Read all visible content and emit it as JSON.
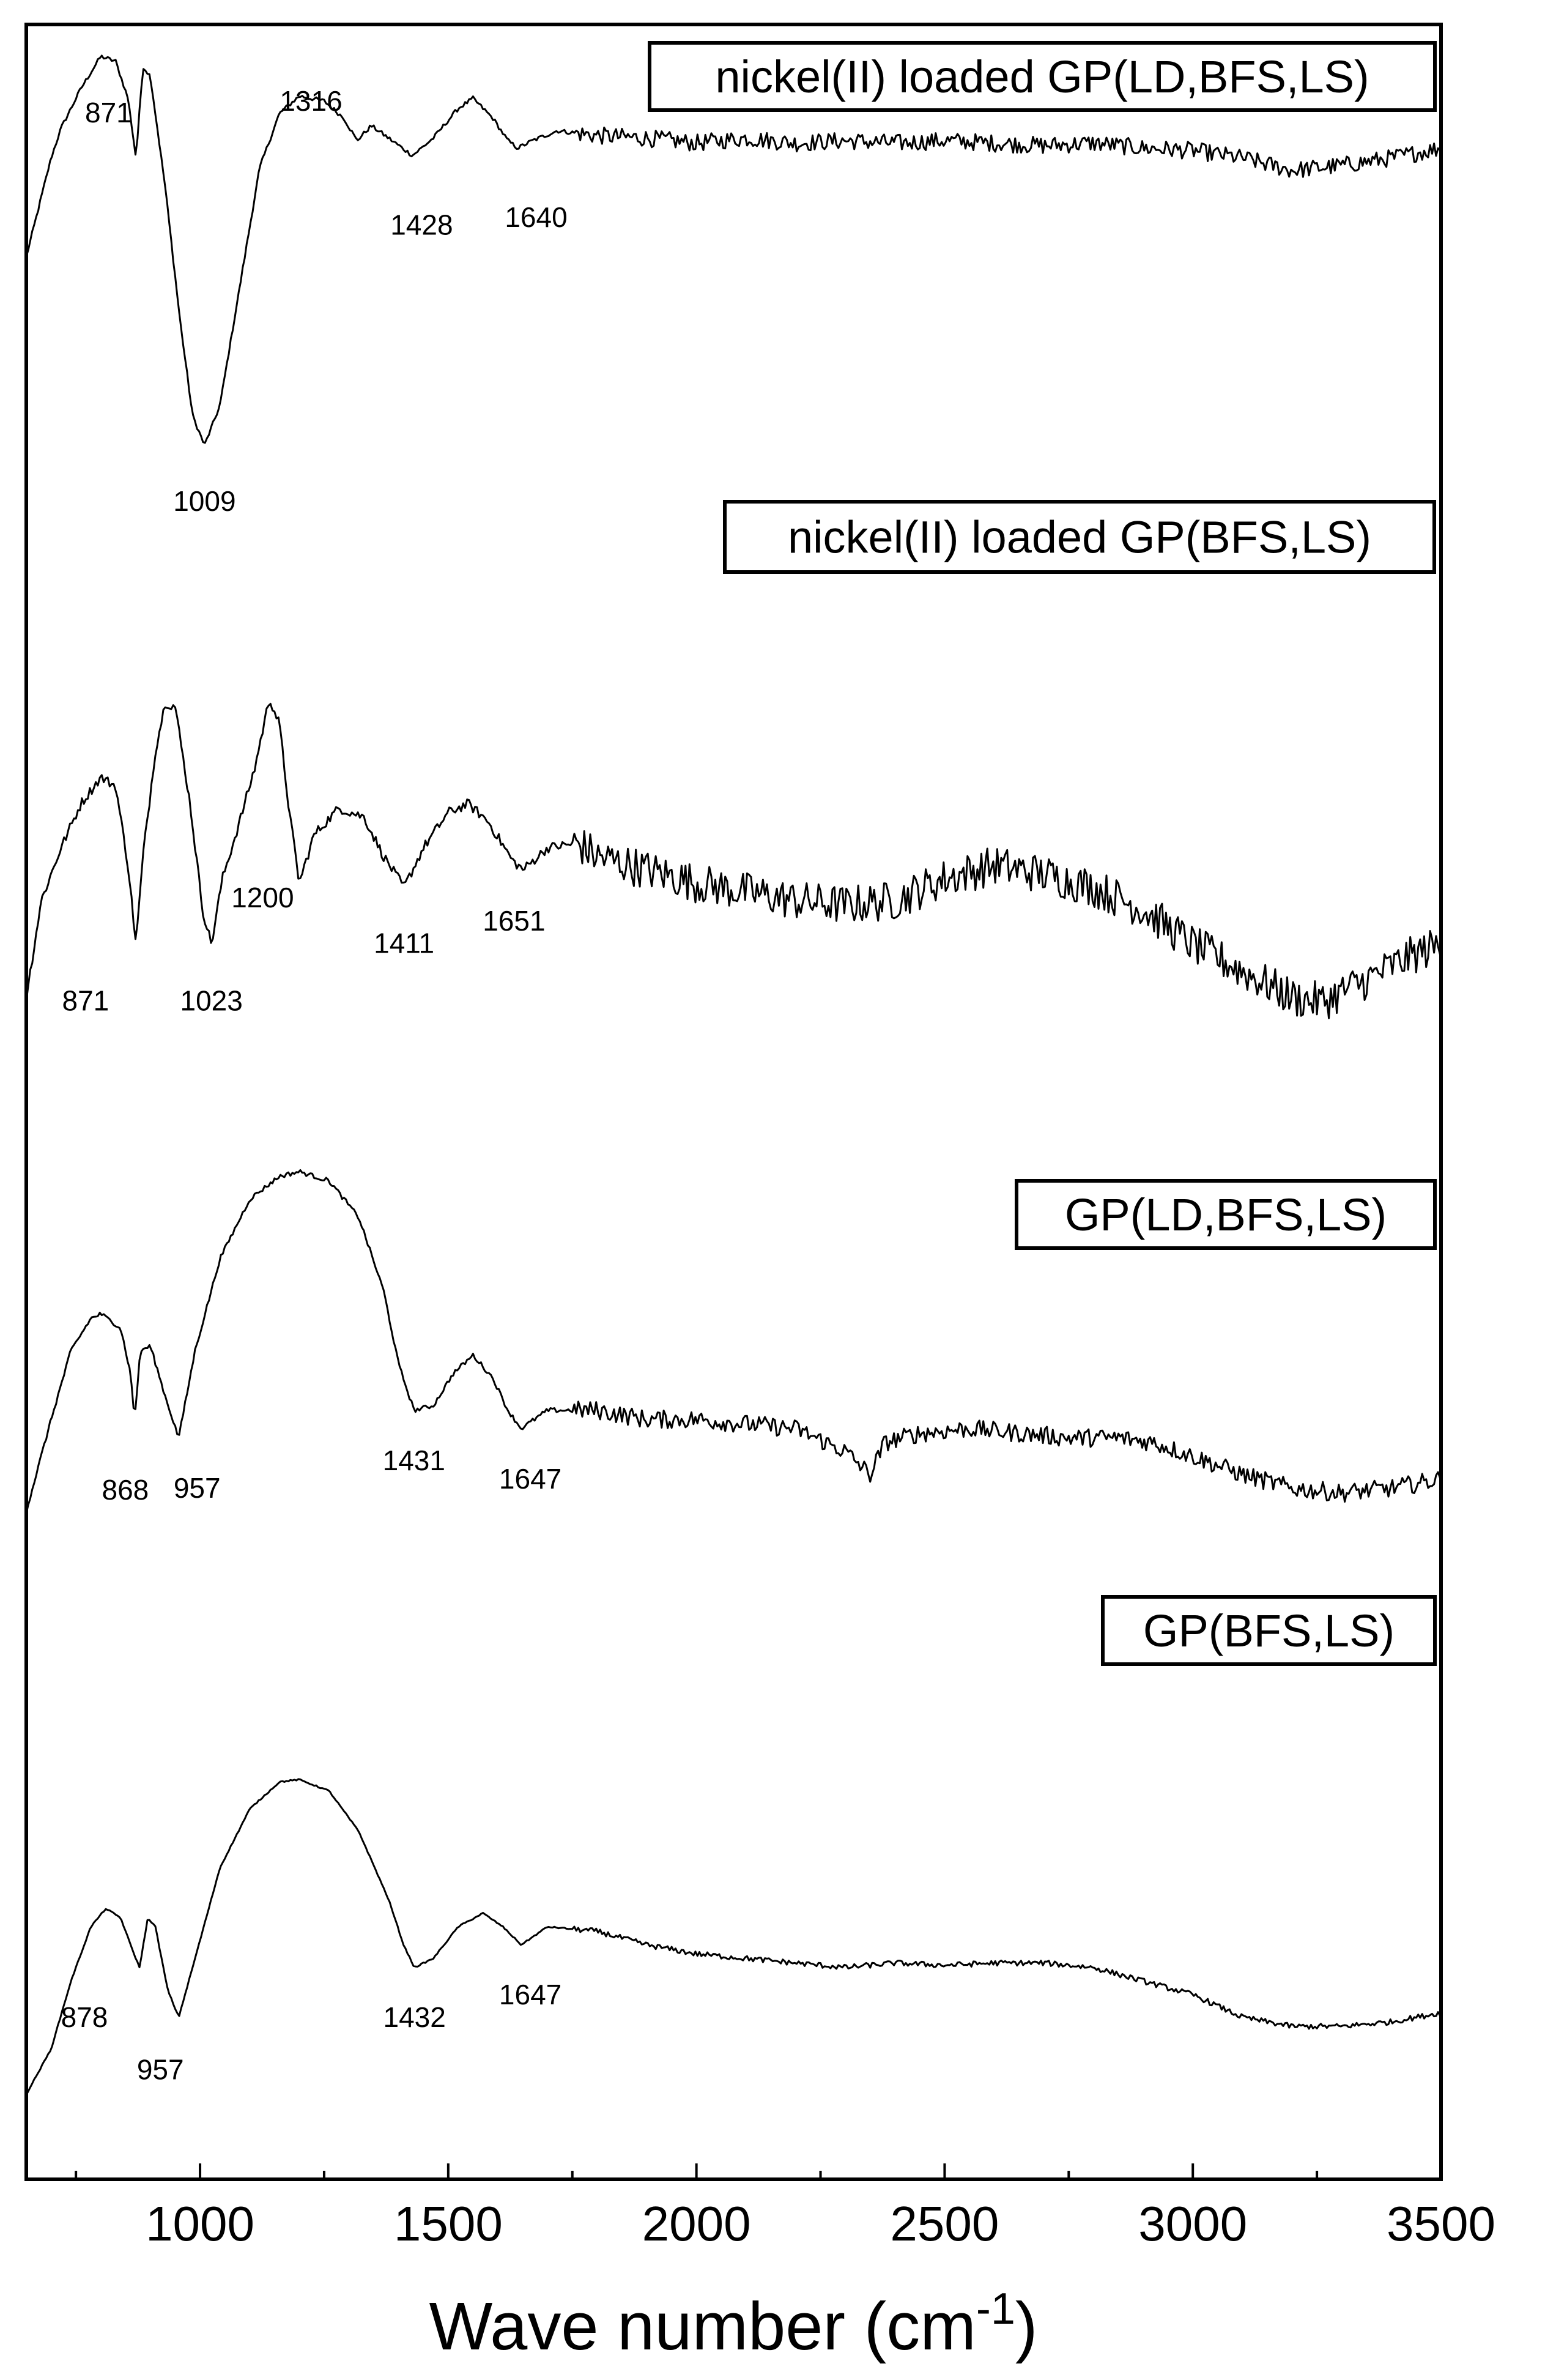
{
  "chart_data": {
    "type": "line",
    "title": "",
    "xlabel": "Wave number (cm",
    "xlabel_exponent": "-1",
    "xlabel_close": ")",
    "ylabel": "",
    "xlim": [
      650,
      3500
    ],
    "x_ticks": [
      1000,
      1500,
      2000,
      2500,
      3000,
      3500
    ],
    "x_tick_labels": [
      "1000",
      "1500",
      "2000",
      "2500",
      "3000",
      "3500"
    ],
    "y_ticks_shown": false,
    "grid": false,
    "series": [
      {
        "name": "nickel(II) loaded GP(LD,BFS,LS)",
        "baseline": 0.88,
        "noise": 0.035,
        "points": [
          [
            650,
            0.58
          ],
          [
            700,
            0.78
          ],
          [
            720,
            0.84
          ],
          [
            760,
            0.92
          ],
          [
            800,
            0.985
          ],
          [
            830,
            0.975
          ],
          [
            855,
            0.9
          ],
          [
            871,
            0.78
          ],
          [
            885,
            0.965
          ],
          [
            900,
            0.945
          ],
          [
            930,
            0.72
          ],
          [
            960,
            0.45
          ],
          [
            985,
            0.26
          ],
          [
            1009,
            0.2
          ],
          [
            1040,
            0.28
          ],
          [
            1080,
            0.52
          ],
          [
            1120,
            0.76
          ],
          [
            1160,
            0.87
          ],
          [
            1200,
            0.905
          ],
          [
            1250,
            0.895
          ],
          [
            1290,
            0.86
          ],
          [
            1316,
            0.815
          ],
          [
            1345,
            0.845
          ],
          [
            1380,
            0.82
          ],
          [
            1428,
            0.785
          ],
          [
            1470,
            0.82
          ],
          [
            1520,
            0.88
          ],
          [
            1550,
            0.9
          ],
          [
            1590,
            0.86
          ],
          [
            1620,
            0.815
          ],
          [
            1640,
            0.8
          ],
          [
            1670,
            0.815
          ],
          [
            1720,
            0.835
          ],
          [
            1800,
            0.825
          ],
          [
            1900,
            0.82
          ],
          [
            2000,
            0.81
          ],
          [
            2100,
            0.82
          ],
          [
            2200,
            0.81
          ],
          [
            2300,
            0.815
          ],
          [
            2400,
            0.81
          ],
          [
            2500,
            0.815
          ],
          [
            2600,
            0.81
          ],
          [
            2700,
            0.805
          ],
          [
            2800,
            0.81
          ],
          [
            2900,
            0.8
          ],
          [
            3000,
            0.795
          ],
          [
            3100,
            0.78
          ],
          [
            3200,
            0.755
          ],
          [
            3250,
            0.76
          ],
          [
            3300,
            0.765
          ],
          [
            3400,
            0.78
          ],
          [
            3500,
            0.8
          ]
        ],
        "peak_labels": [
          {
            "x": 871,
            "text": "871",
            "dx": -0.3,
            "dy": -0.22
          },
          {
            "x": 1009,
            "text": "1009",
            "dx": 0,
            "dy": 0.15
          },
          {
            "x": 1316,
            "text": "1316",
            "dx": -0.5,
            "dy": -0.2
          },
          {
            "x": 1428,
            "text": "1428",
            "dx": 0.1,
            "dy": 0.2
          },
          {
            "x": 1640,
            "text": "1640",
            "dx": 0.2,
            "dy": 0.2
          }
        ]
      },
      {
        "name": "nickel(II) loaded GP(BFS,LS)",
        "baseline": 0.615,
        "noise": 0.09,
        "points": [
          [
            650,
            0.18
          ],
          [
            680,
            0.4
          ],
          [
            720,
            0.52
          ],
          [
            760,
            0.62
          ],
          [
            800,
            0.68
          ],
          [
            830,
            0.66
          ],
          [
            855,
            0.48
          ],
          [
            871,
            0.3
          ],
          [
            885,
            0.5
          ],
          [
            910,
            0.74
          ],
          [
            930,
            0.85
          ],
          [
            950,
            0.84
          ],
          [
            980,
            0.62
          ],
          [
            1005,
            0.38
          ],
          [
            1023,
            0.3
          ],
          [
            1045,
            0.45
          ],
          [
            1080,
            0.58
          ],
          [
            1110,
            0.7
          ],
          [
            1140,
            0.86
          ],
          [
            1160,
            0.8
          ],
          [
            1180,
            0.6
          ],
          [
            1200,
            0.44
          ],
          [
            1230,
            0.55
          ],
          [
            1280,
            0.61
          ],
          [
            1330,
            0.59
          ],
          [
            1370,
            0.5
          ],
          [
            1411,
            0.43
          ],
          [
            1450,
            0.52
          ],
          [
            1500,
            0.6
          ],
          [
            1540,
            0.62
          ],
          [
            1580,
            0.58
          ],
          [
            1630,
            0.49
          ],
          [
            1651,
            0.47
          ],
          [
            1700,
            0.52
          ],
          [
            1760,
            0.53
          ],
          [
            1800,
            0.5
          ],
          [
            1900,
            0.47
          ],
          [
            2000,
            0.44
          ],
          [
            2100,
            0.42
          ],
          [
            2200,
            0.4
          ],
          [
            2300,
            0.39
          ],
          [
            2400,
            0.4
          ],
          [
            2500,
            0.45
          ],
          [
            2600,
            0.48
          ],
          [
            2700,
            0.46
          ],
          [
            2800,
            0.43
          ],
          [
            2900,
            0.38
          ],
          [
            3000,
            0.3
          ],
          [
            3100,
            0.24
          ],
          [
            3200,
            0.18
          ],
          [
            3260,
            0.17
          ],
          [
            3350,
            0.22
          ],
          [
            3450,
            0.28
          ],
          [
            3500,
            0.3
          ]
        ],
        "peak_labels": [
          {
            "x": 871,
            "text": "871",
            "dx": -0.55,
            "dy": 0.17
          },
          {
            "x": 1023,
            "text": "1023",
            "dx": 0,
            "dy": 0.17
          },
          {
            "x": 1200,
            "text": "1200",
            "dx": -0.4,
            "dy": 0.0
          },
          {
            "x": 1411,
            "text": "1411",
            "dx": 0,
            "dy": 0.17
          },
          {
            "x": 1651,
            "text": "1651",
            "dx": -0.1,
            "dy": 0.15
          }
        ]
      },
      {
        "name": "GP(LD,BFS,LS)",
        "baseline": 0.625,
        "noise": 0.04,
        "points": [
          [
            650,
            0.2
          ],
          [
            700,
            0.4
          ],
          [
            740,
            0.55
          ],
          [
            780,
            0.62
          ],
          [
            800,
            0.63
          ],
          [
            840,
            0.6
          ],
          [
            860,
            0.5
          ],
          [
            868,
            0.4
          ],
          [
            880,
            0.55
          ],
          [
            900,
            0.56
          ],
          [
            930,
            0.45
          ],
          [
            957,
            0.36
          ],
          [
            990,
            0.55
          ],
          [
            1040,
            0.75
          ],
          [
            1100,
            0.88
          ],
          [
            1160,
            0.93
          ],
          [
            1200,
            0.94
          ],
          [
            1260,
            0.92
          ],
          [
            1320,
            0.84
          ],
          [
            1370,
            0.68
          ],
          [
            1400,
            0.52
          ],
          [
            1431,
            0.42
          ],
          [
            1470,
            0.43
          ],
          [
            1510,
            0.5
          ],
          [
            1550,
            0.54
          ],
          [
            1590,
            0.49
          ],
          [
            1620,
            0.42
          ],
          [
            1647,
            0.38
          ],
          [
            1700,
            0.42
          ],
          [
            1800,
            0.42
          ],
          [
            1900,
            0.4
          ],
          [
            2000,
            0.4
          ],
          [
            2100,
            0.39
          ],
          [
            2200,
            0.38
          ],
          [
            2300,
            0.33
          ],
          [
            2350,
            0.28
          ],
          [
            2380,
            0.35
          ],
          [
            2450,
            0.37
          ],
          [
            2550,
            0.38
          ],
          [
            2650,
            0.37
          ],
          [
            2750,
            0.36
          ],
          [
            2850,
            0.36
          ],
          [
            2920,
            0.35
          ],
          [
            3000,
            0.32
          ],
          [
            3100,
            0.28
          ],
          [
            3200,
            0.25
          ],
          [
            3300,
            0.24
          ],
          [
            3400,
            0.25
          ],
          [
            3500,
            0.27
          ]
        ],
        "peak_labels": [
          {
            "x": 868,
            "text": "868",
            "dx": -0.1,
            "dy": 0.22
          },
          {
            "x": 957,
            "text": "957",
            "dx": 0.2,
            "dy": 0.14
          },
          {
            "x": 1431,
            "text": "1431",
            "dx": 0,
            "dy": 0.14
          },
          {
            "x": 1647,
            "text": "1647",
            "dx": 0.1,
            "dy": 0.14
          }
        ]
      },
      {
        "name": "GP(BFS,LS)",
        "baseline": 0.565,
        "noise": 0.012,
        "points": [
          [
            650,
            0.05
          ],
          [
            700,
            0.15
          ],
          [
            740,
            0.3
          ],
          [
            780,
            0.42
          ],
          [
            810,
            0.46
          ],
          [
            840,
            0.44
          ],
          [
            860,
            0.38
          ],
          [
            878,
            0.33
          ],
          [
            895,
            0.44
          ],
          [
            910,
            0.42
          ],
          [
            935,
            0.28
          ],
          [
            957,
            0.22
          ],
          [
            990,
            0.35
          ],
          [
            1040,
            0.55
          ],
          [
            1100,
            0.68
          ],
          [
            1160,
            0.74
          ],
          [
            1200,
            0.745
          ],
          [
            1260,
            0.72
          ],
          [
            1320,
            0.63
          ],
          [
            1380,
            0.48
          ],
          [
            1410,
            0.38
          ],
          [
            1432,
            0.33
          ],
          [
            1470,
            0.35
          ],
          [
            1520,
            0.42
          ],
          [
            1570,
            0.45
          ],
          [
            1610,
            0.42
          ],
          [
            1647,
            0.38
          ],
          [
            1700,
            0.42
          ],
          [
            1800,
            0.41
          ],
          [
            1900,
            0.38
          ],
          [
            2000,
            0.36
          ],
          [
            2100,
            0.35
          ],
          [
            2200,
            0.34
          ],
          [
            2300,
            0.33
          ],
          [
            2400,
            0.34
          ],
          [
            2500,
            0.335
          ],
          [
            2600,
            0.34
          ],
          [
            2700,
            0.34
          ],
          [
            2800,
            0.33
          ],
          [
            2900,
            0.3
          ],
          [
            3000,
            0.27
          ],
          [
            3100,
            0.22
          ],
          [
            3200,
            0.2
          ],
          [
            3300,
            0.2
          ],
          [
            3400,
            0.21
          ],
          [
            3500,
            0.23
          ]
        ],
        "peak_labels": [
          {
            "x": 878,
            "text": "878",
            "dx": -0.6,
            "dy": 0.14
          },
          {
            "x": 957,
            "text": "957",
            "dx": -0.2,
            "dy": 0.15
          },
          {
            "x": 1432,
            "text": "1432",
            "dx": 0,
            "dy": 0.14
          },
          {
            "x": 1647,
            "text": "1647",
            "dx": 0.1,
            "dy": 0.14
          }
        ]
      }
    ]
  }
}
